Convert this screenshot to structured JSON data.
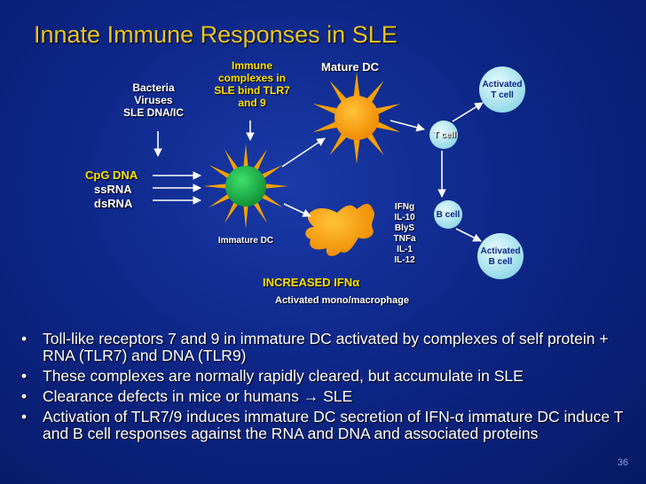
{
  "title": "Innate Immune Responses in SLE",
  "labels": {
    "bacteria": [
      "Bacteria",
      "Viruses",
      "SLE DNA/IC"
    ],
    "immune_complexes": [
      "Immune",
      "complexes in",
      "SLE bind TLR7",
      "and 9"
    ],
    "mature_dc": "Mature DC",
    "activated_t": [
      "Activated",
      "T cell"
    ],
    "t_cell": "T cell",
    "cpg": "CpG DNA",
    "ssrna": "ssRNA",
    "dsrna": "dsRNA",
    "immature_dc": "Immature DC",
    "cytokines": [
      "IFNg",
      "IL-10",
      "BlyS",
      "TNFa",
      "IL-1",
      "IL-12"
    ],
    "b_cell": "B cell",
    "activated_b": [
      "Activated",
      "B cell"
    ],
    "increased_ifn": "INCREASED IFNα",
    "mono": "Activated mono/macrophage"
  },
  "bullets": [
    "Toll-like receptors 7 and 9 in  immature DC activated by complexes of self protein + RNA (TLR7) and DNA (TLR9)",
    "These complexes are normally rapidly cleared, but accumulate in SLE",
    "Clearance defects in mice or humans → SLE",
    "Activation of TLR7/9 induces immature DC secretion of IFN-α immature DC induce T and B cell responses against the RNA and DNA and associated proteins"
  ],
  "bullet_glyph": "•",
  "page_number": "36",
  "colors": {
    "title": "#e8c420",
    "yellow_label": "#ffe000",
    "green_cell": "#22b14c",
    "orange_cell": "#f5a000",
    "cell_teal": "#bfe8f0",
    "background": "#0d2687"
  }
}
